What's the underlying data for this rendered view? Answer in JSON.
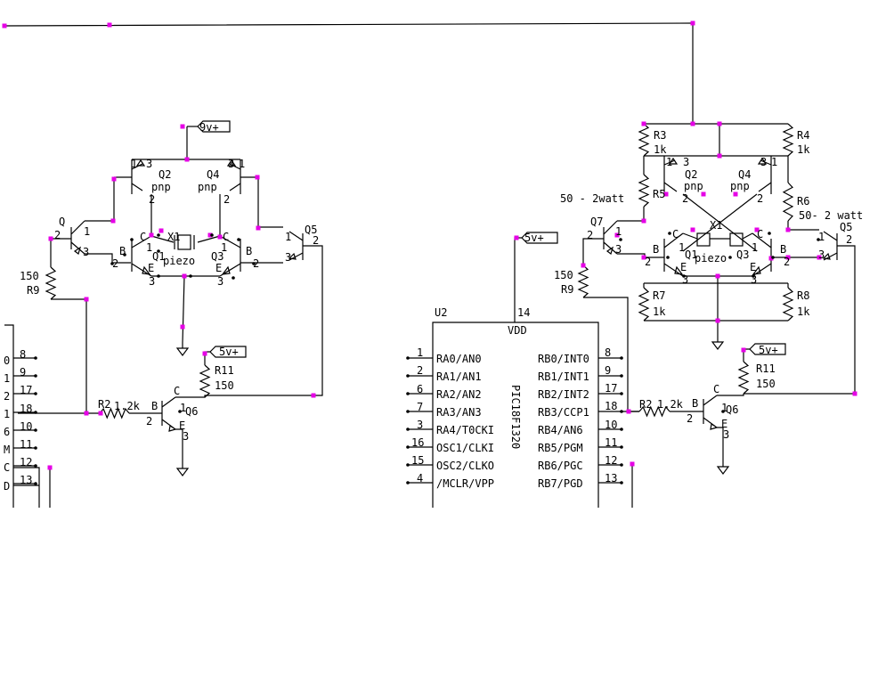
{
  "schematic": {
    "left_circuit": {
      "rail_9v": "9v+",
      "rail_5v": "5v+",
      "q2": {
        "name": "Q2",
        "type": "pnp"
      },
      "q4": {
        "name": "Q4",
        "type": "pnp"
      },
      "q1": {
        "name": "Q1"
      },
      "q3": {
        "name": "Q3"
      },
      "q0": {
        "name": "Q"
      },
      "q5": {
        "name": "Q5"
      },
      "q6": {
        "name": "Q6"
      },
      "x1": {
        "name": "X1",
        "type": "piezo"
      },
      "r9": {
        "name": "R9",
        "value": "150"
      },
      "r2": {
        "name": "R2",
        "value": "1.2k"
      },
      "r11": {
        "name": "R11",
        "value": "150"
      },
      "pin_c": "C",
      "pin_b": "B",
      "pin_e": "E",
      "ic_fragment": {
        "left_labels": [
          "0",
          "1",
          "2",
          "1",
          "6",
          "M",
          "C",
          "D"
        ],
        "pins": [
          "8",
          "9",
          "17",
          "18",
          "10",
          "11",
          "12",
          "13"
        ]
      }
    },
    "right_circuit": {
      "rail_5v_top": "5v+",
      "rail_5v": "5v+",
      "r3": {
        "name": "R3",
        "value": "1k"
      },
      "r4": {
        "name": "R4",
        "value": "1k"
      },
      "r5": {
        "name": "R5",
        "value": "50 - 2watt"
      },
      "r6": {
        "name": "R6",
        "value": "50- 2 watt"
      },
      "r7": {
        "name": "R7",
        "value": "1k"
      },
      "r8": {
        "name": "R8",
        "value": "1k"
      },
      "r9": {
        "name": "R9",
        "value": "150"
      },
      "r2": {
        "name": "R2",
        "value": "1.2k"
      },
      "r11": {
        "name": "R11",
        "value": "150"
      },
      "q2": {
        "name": "Q2",
        "type": "pnp"
      },
      "q4": {
        "name": "Q4",
        "type": "pnp"
      },
      "q1": {
        "name": "Q1"
      },
      "q3": {
        "name": "Q3"
      },
      "q7": {
        "name": "Q7"
      },
      "q5": {
        "name": "Q5"
      },
      "q6": {
        "name": "Q6"
      },
      "x1": {
        "name": "X1",
        "type": "piezo"
      },
      "pin_c": "C",
      "pin_b": "B",
      "pin_e": "E"
    },
    "u2": {
      "ref": "U2",
      "part": "PIC18F1320",
      "vdd_label": "VDD",
      "vdd_pin": "14",
      "left_pins": [
        {
          "num": "1",
          "name": "RA0/AN0"
        },
        {
          "num": "2",
          "name": "RA1/AN1"
        },
        {
          "num": "6",
          "name": "RA2/AN2"
        },
        {
          "num": "7",
          "name": "RA3/AN3"
        },
        {
          "num": "3",
          "name": "RA4/T0CKI"
        },
        {
          "num": "16",
          "name": "OSC1/CLKI"
        },
        {
          "num": "15",
          "name": "OSC2/CLKO"
        },
        {
          "num": "4",
          "name": "/MCLR/VPP"
        }
      ],
      "right_pins": [
        {
          "num": "8",
          "name": "RB0/INT0"
        },
        {
          "num": "9",
          "name": "RB1/INT1"
        },
        {
          "num": "17",
          "name": "RB2/INT2"
        },
        {
          "num": "18",
          "name": "RB3/CCP1"
        },
        {
          "num": "10",
          "name": "RB4/AN6"
        },
        {
          "num": "11",
          "name": "RB5/PGM"
        },
        {
          "num": "12",
          "name": "RB6/PGC"
        },
        {
          "num": "13",
          "name": "RB7/PGD"
        }
      ]
    },
    "colors": {
      "wire": "#000000",
      "node": "#e600e6",
      "background": "#ffffff"
    }
  }
}
